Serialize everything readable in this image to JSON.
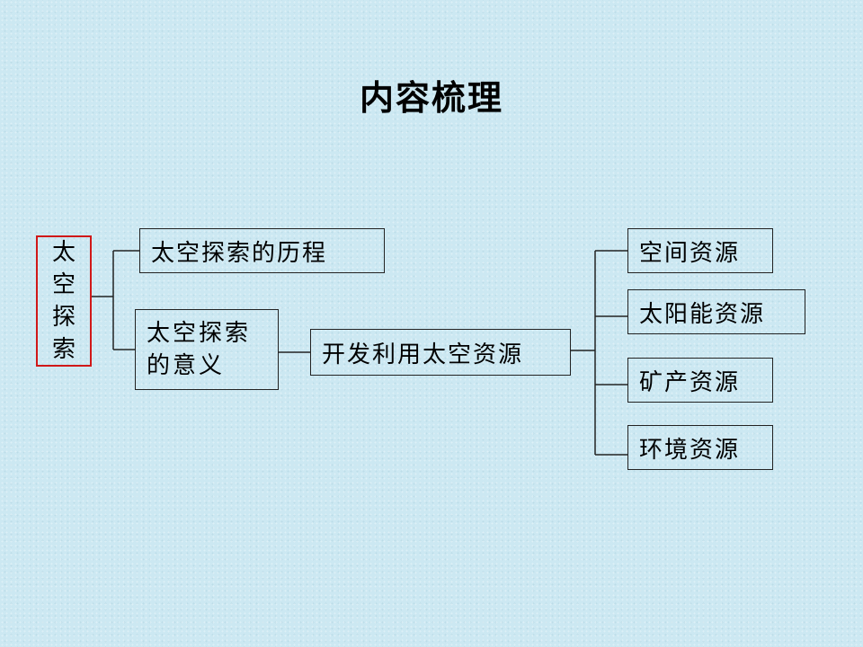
{
  "title": "内容梳理",
  "root": "太空探索",
  "branch_history": "太空探索的历程",
  "branch_meaning": "太空探索的意义",
  "develop": "开发利用太空资源",
  "resources": [
    "空间资源",
    "太阳能资源",
    "矿产资源",
    "环境资源"
  ],
  "colors": {
    "background": "#cce8f2",
    "root_border": "#d01818",
    "line": "#222222"
  }
}
